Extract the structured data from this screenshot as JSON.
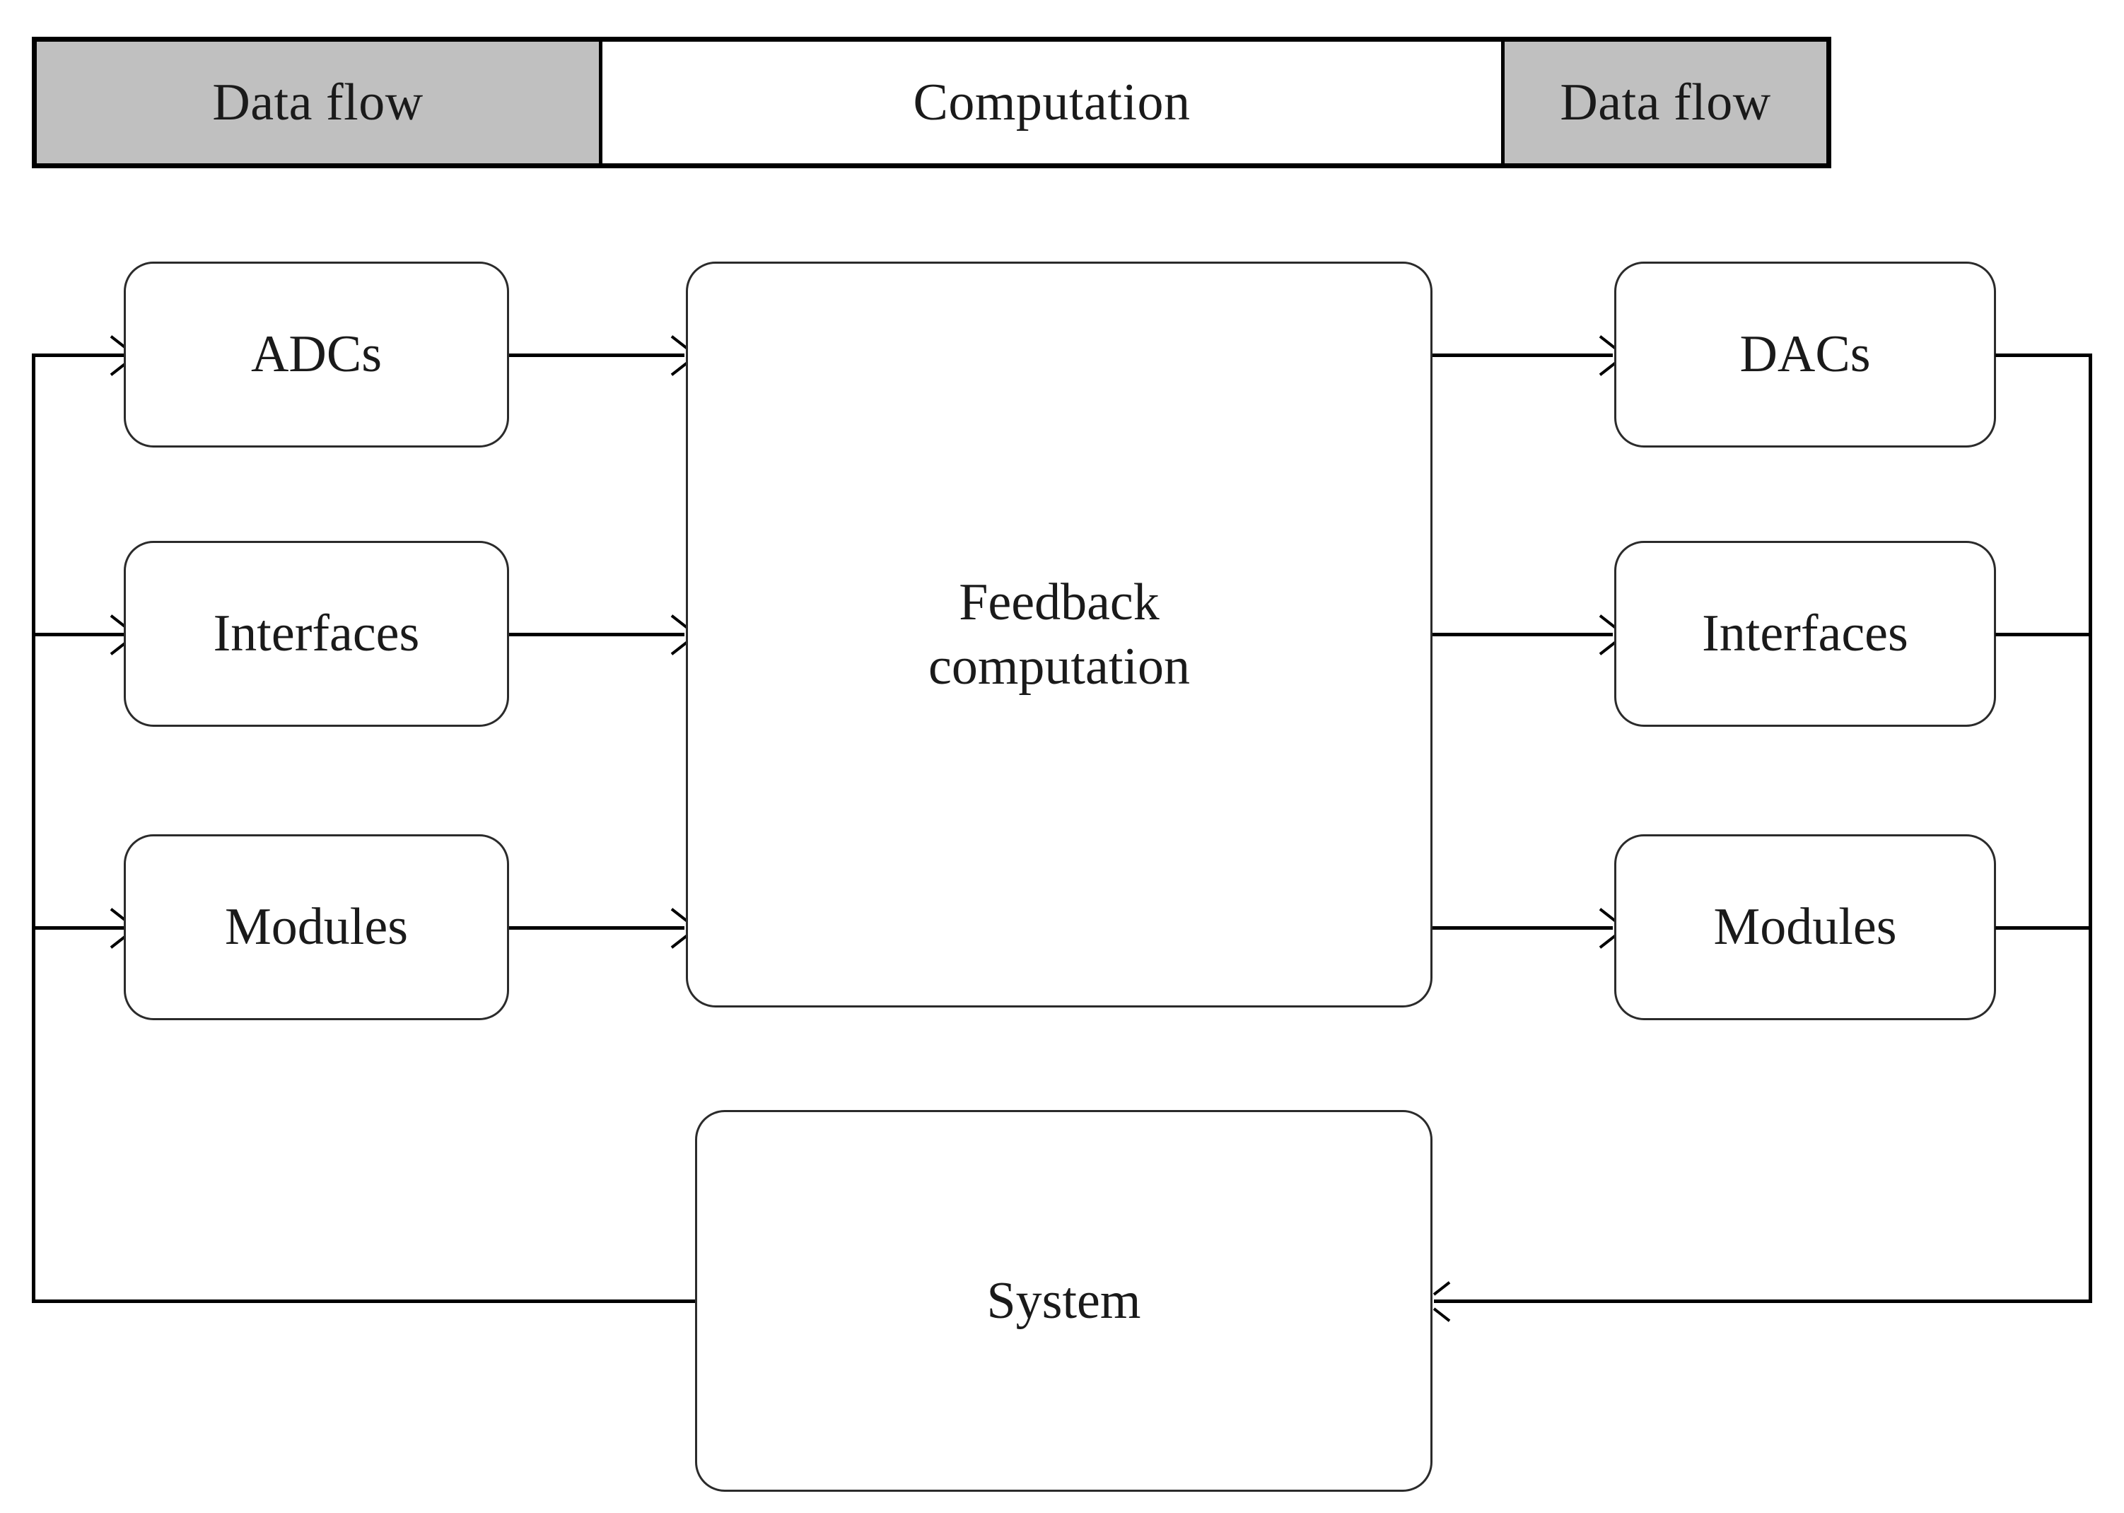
{
  "diagram": {
    "title": "Feedback control data flow block diagram",
    "colors": {
      "shaded_header": "#c0c0c0",
      "plain_header": "#ffffff",
      "line": "#000000",
      "box_border": "#2b2b2b",
      "text": "#1a1a1a"
    }
  },
  "header": {
    "cells": [
      {
        "label": "Data flow",
        "shaded": true
      },
      {
        "label": "Computation",
        "shaded": false
      },
      {
        "label": "Data flow",
        "shaded": true
      }
    ]
  },
  "input_column": {
    "nodes": [
      {
        "label": "ADCs"
      },
      {
        "label": "Interfaces"
      },
      {
        "label": "Modules"
      }
    ]
  },
  "center_column": {
    "compute_node": {
      "line1": "Feedback",
      "line2": "computation"
    },
    "plant_node": {
      "label": "System"
    }
  },
  "output_column": {
    "nodes": [
      {
        "label": "DACs"
      },
      {
        "label": "Interfaces"
      },
      {
        "label": "Modules"
      }
    ]
  },
  "connections": {
    "input_to_compute": [
      "ADCs → Feedback computation",
      "Interfaces → Feedback computation",
      "Modules → Feedback computation"
    ],
    "compute_to_output": [
      "Feedback computation → DACs",
      "Feedback computation → Interfaces",
      "Feedback computation → Modules"
    ],
    "output_to_system": "Outputs → System (right feedback bus)",
    "system_to_input": "System → Inputs (left feedback bus)"
  }
}
